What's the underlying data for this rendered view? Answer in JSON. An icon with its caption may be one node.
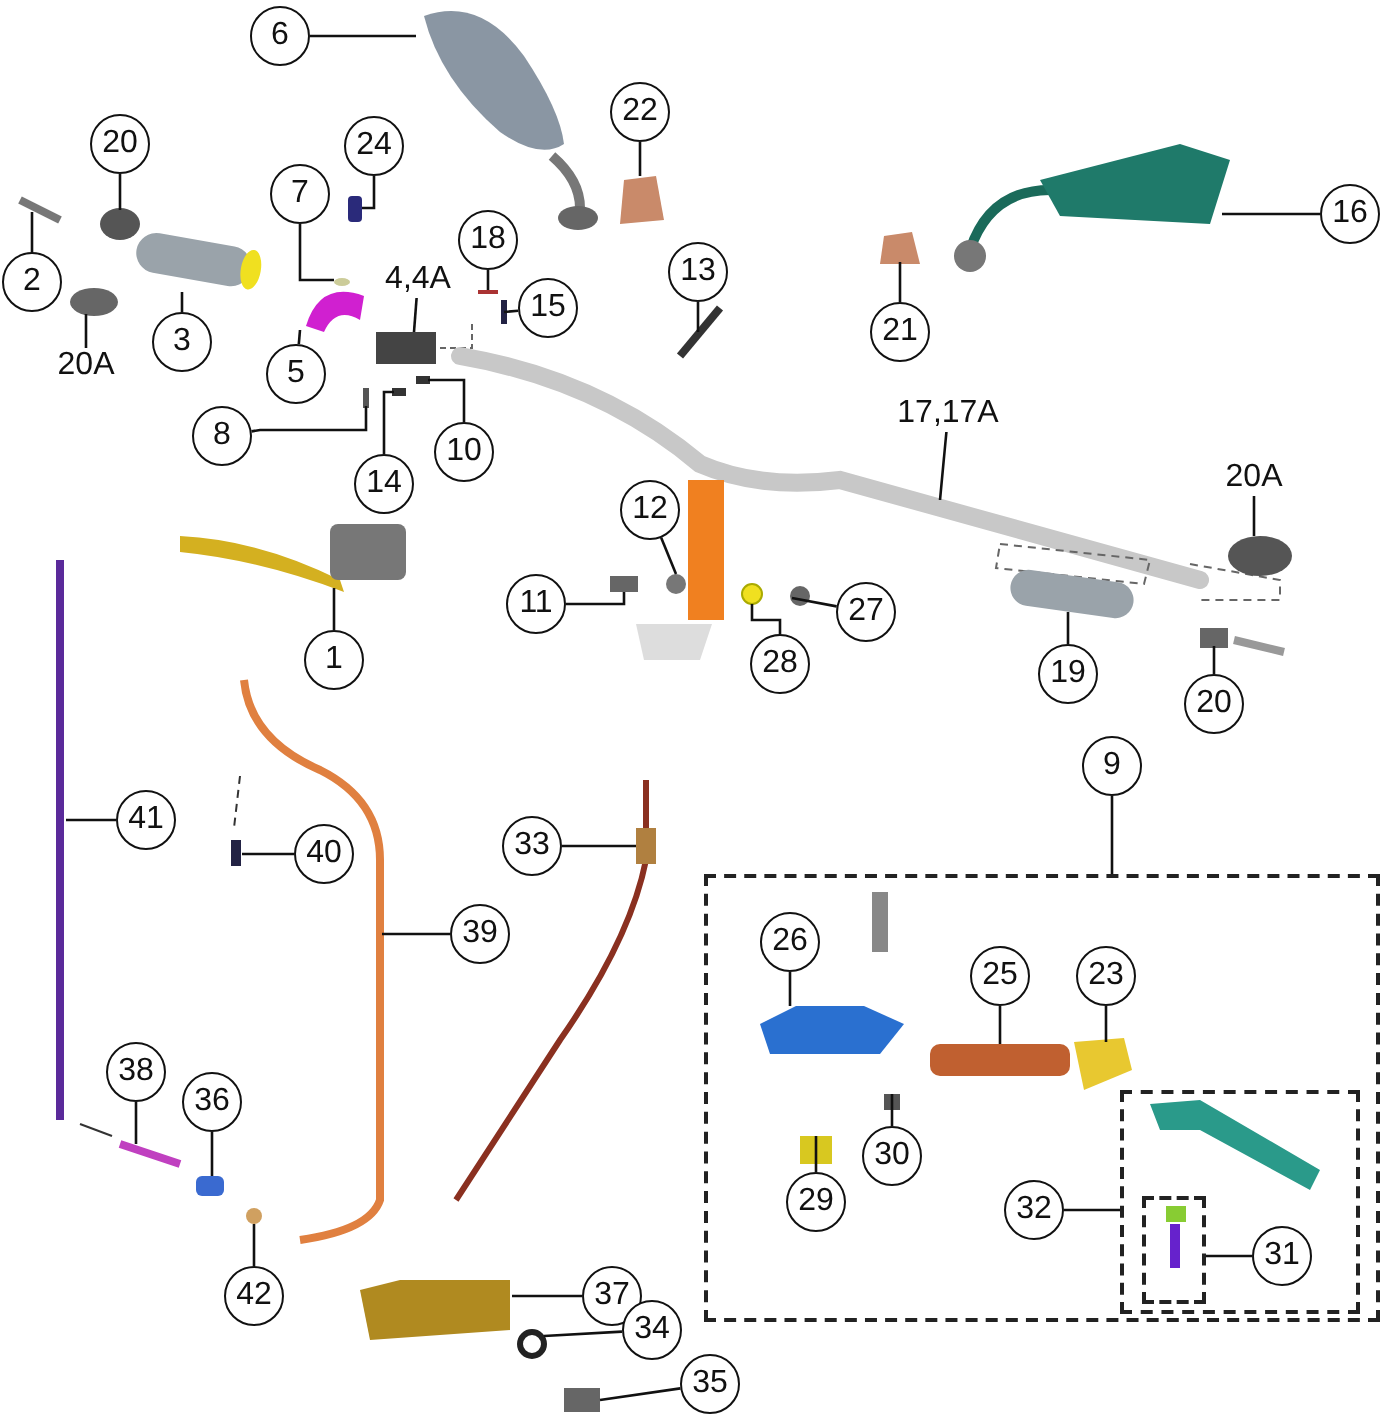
{
  "diagram": {
    "nodes": [
      {
        "text": [
          "6"
        ]
      },
      {
        "text": [
          "22"
        ]
      },
      {
        "text": [
          "20"
        ]
      },
      {
        "text": [
          "24"
        ]
      },
      {
        "text": [
          "2"
        ]
      },
      {
        "text": [
          "7"
        ]
      },
      {
        "text": [
          "18"
        ]
      },
      {
        "text": [
          "15"
        ]
      },
      {
        "text": [
          "4,4A"
        ]
      },
      {
        "text": [
          "20A"
        ]
      },
      {
        "text": [
          "3"
        ]
      },
      {
        "text": [
          "5"
        ]
      },
      {
        "text": [
          "13"
        ]
      },
      {
        "text": [
          "16"
        ]
      },
      {
        "text": [
          "21"
        ]
      },
      {
        "text": [
          "8"
        ]
      },
      {
        "text": [
          "10"
        ]
      },
      {
        "text": [
          "14"
        ]
      },
      {
        "text": [
          "17,17A"
        ]
      },
      {
        "text": [
          "20A"
        ]
      },
      {
        "text": [
          "12"
        ]
      },
      {
        "text": [
          "11"
        ]
      },
      {
        "text": [
          "27"
        ]
      },
      {
        "text": [
          "28"
        ]
      },
      {
        "text": [
          "1"
        ]
      },
      {
        "text": [
          "19"
        ]
      },
      {
        "text": [
          "20"
        ]
      },
      {
        "text": [
          "9"
        ]
      },
      {
        "text": [],
        "shape": "box"
      },
      {
        "text": [
          "26"
        ],
        "in": 28
      },
      {
        "text": [
          "25"
        ],
        "in": 28
      },
      {
        "text": [
          "23"
        ],
        "in": 28
      },
      {
        "text": [
          "30"
        ],
        "in": 28
      },
      {
        "text": [
          "29"
        ],
        "in": 28
      },
      {
        "text": [],
        "shape": "box",
        "in": 28
      },
      {
        "text": [
          "32"
        ],
        "in": 28
      },
      {
        "text": [
          "31"
        ],
        "in": 34
      },
      {
        "text": [],
        "shape": "box",
        "in": 34
      },
      {
        "text": [
          "41"
        ]
      },
      {
        "text": [
          "40"
        ]
      },
      {
        "text": [
          "33"
        ]
      },
      {
        "text": [
          "39"
        ]
      },
      {
        "text": [
          "38"
        ]
      },
      {
        "text": [
          "36"
        ]
      },
      {
        "text": [
          "37"
        ]
      },
      {
        "text": [
          "42"
        ]
      },
      {
        "text": [
          "34"
        ]
      },
      {
        "text": [
          "35"
        ]
      }
    ],
    "edges": [
      {
        "from": 0,
        "to": null,
        "arrow": "none"
      },
      {
        "from": 1,
        "to": null,
        "arrow": "none"
      },
      {
        "from": 2,
        "to": null,
        "arrow": "none"
      },
      {
        "from": 3,
        "to": null,
        "arrow": "none"
      },
      {
        "from": 4,
        "to": null,
        "arrow": "none"
      },
      {
        "from": 5,
        "to": null,
        "arrow": "none"
      },
      {
        "from": 6,
        "to": null,
        "arrow": "none"
      },
      {
        "from": 7,
        "to": null,
        "arrow": "none"
      },
      {
        "from": 8,
        "to": null,
        "arrow": "none"
      },
      {
        "from": 9,
        "to": null,
        "arrow": "none"
      },
      {
        "from": 10,
        "to": null,
        "arrow": "none"
      },
      {
        "from": 11,
        "to": null,
        "arrow": "none"
      },
      {
        "from": 12,
        "to": null,
        "arrow": "none"
      },
      {
        "from": 13,
        "to": null,
        "arrow": "none"
      },
      {
        "from": 14,
        "to": null,
        "arrow": "none"
      },
      {
        "from": 15,
        "to": null,
        "arrow": "none"
      },
      {
        "from": 16,
        "to": null,
        "arrow": "none"
      },
      {
        "from": 17,
        "to": null,
        "arrow": "none"
      },
      {
        "from": 18,
        "to": null,
        "arrow": "none"
      },
      {
        "from": 19,
        "to": null,
        "arrow": "none"
      },
      {
        "from": 20,
        "to": null,
        "arrow": "none"
      },
      {
        "from": 21,
        "to": null,
        "arrow": "none"
      },
      {
        "from": 22,
        "to": null,
        "arrow": "none"
      },
      {
        "from": 23,
        "to": null,
        "arrow": "none"
      },
      {
        "from": 24,
        "to": null,
        "arrow": "none"
      },
      {
        "from": 25,
        "to": null,
        "arrow": "none"
      },
      {
        "from": 26,
        "to": null,
        "arrow": "none"
      },
      {
        "from": 27,
        "to": 28,
        "arrow": "none"
      },
      {
        "from": 29,
        "to": null,
        "arrow": "none"
      },
      {
        "from": 30,
        "to": null,
        "arrow": "none"
      },
      {
        "from": 31,
        "to": null,
        "arrow": "none"
      },
      {
        "from": 32,
        "to": null,
        "arrow": "none"
      },
      {
        "from": 33,
        "to": null,
        "arrow": "none"
      },
      {
        "from": 35,
        "to": 34,
        "arrow": "none"
      },
      {
        "from": 36,
        "to": 37,
        "arrow": "none"
      },
      {
        "from": 38,
        "to": null,
        "arrow": "none"
      },
      {
        "from": 39,
        "to": null,
        "arrow": "none"
      },
      {
        "from": 40,
        "to": null,
        "arrow": "none"
      },
      {
        "from": 41,
        "to": null,
        "arrow": "none"
      },
      {
        "from": 42,
        "to": null,
        "arrow": "none"
      },
      {
        "from": 43,
        "to": null,
        "arrow": "none"
      },
      {
        "from": 44,
        "to": null,
        "arrow": "none"
      },
      {
        "from": 45,
        "to": null,
        "arrow": "none"
      },
      {
        "from": 46,
        "to": null,
        "arrow": "none"
      },
      {
        "from": 47,
        "to": null,
        "arrow": "none"
      }
    ]
  }
}
